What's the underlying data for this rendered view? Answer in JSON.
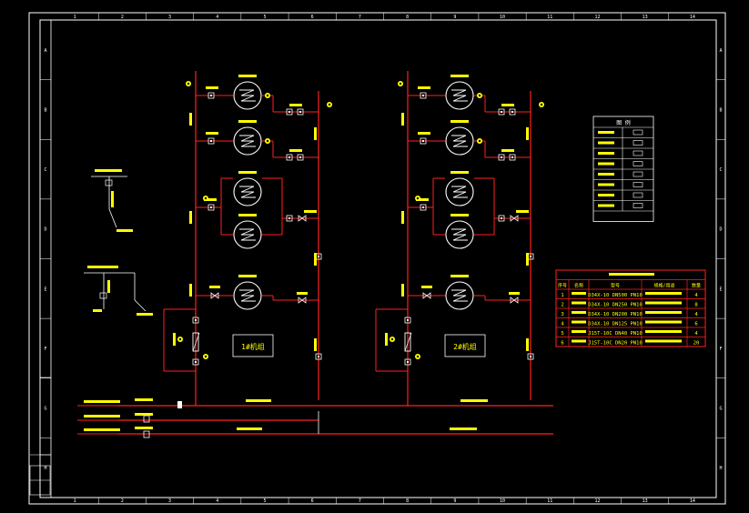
{
  "colors": {
    "background": "#000000",
    "frame": "#ffffff",
    "pipe": "#ff2020",
    "text": "#ffff00",
    "table_text": "#ffff00"
  },
  "frame": {
    "top_numbers": [
      "1",
      "2",
      "3",
      "4",
      "5",
      "6",
      "7",
      "8",
      "9",
      "10",
      "11",
      "12",
      "13",
      "14"
    ],
    "bottom_numbers": [
      "1",
      "2",
      "3",
      "4",
      "5",
      "6",
      "7",
      "8",
      "9",
      "10",
      "11",
      "12",
      "13",
      "14"
    ],
    "side_letters": [
      "A",
      "B",
      "C",
      "D",
      "E",
      "F",
      "G",
      "H"
    ]
  },
  "units": [
    {
      "name": "1#机组"
    },
    {
      "name": "2#机组"
    }
  ],
  "parts_table": {
    "headers": [
      "序号",
      "名称",
      "型号",
      "规格/用途",
      "数量"
    ],
    "rows": [
      [
        "1",
        "",
        "D34X-10 DN500 PN10",
        "",
        "4"
      ],
      [
        "2",
        "",
        "D34X-10 DN250 PN10",
        "",
        "8"
      ],
      [
        "3",
        "",
        "D34X-10 DN200 PN10",
        "",
        "4"
      ],
      [
        "4",
        "",
        "D34X-10 DN125 PN10",
        "",
        "6"
      ],
      [
        "5",
        "",
        "J15T-10C DN40 PN10",
        "",
        "4"
      ],
      [
        "6",
        "",
        "J15T-10C DN20 PN10",
        "",
        "20"
      ]
    ]
  },
  "legend": {
    "title": "图 例",
    "rows": 8
  }
}
